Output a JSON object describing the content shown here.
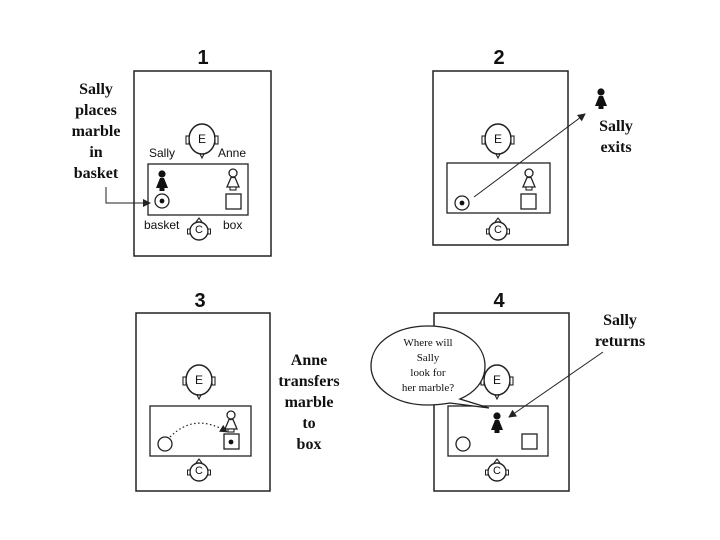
{
  "panels": [
    {
      "number": "1",
      "caption": [
        "Sally",
        "places",
        "marble",
        "in",
        "basket"
      ]
    },
    {
      "number": "2",
      "caption": [
        "Sally",
        "exits"
      ]
    },
    {
      "number": "3",
      "caption": [
        "Anne",
        "transfers",
        "marble",
        "to",
        "box"
      ]
    },
    {
      "number": "4",
      "caption": [
        "Sally",
        "returns"
      ]
    }
  ],
  "labels": {
    "sally": "Sally",
    "anne": "Anne",
    "basket": "basket",
    "box": "box",
    "experimenter": "E",
    "child": "C"
  },
  "speech_bubble": [
    "Where will",
    "Sally",
    "look for",
    "her marble?"
  ],
  "icons": [
    "person-icon",
    "head-icon",
    "marble-icon",
    "basket-icon",
    "box-icon",
    "arrow-icon",
    "speech-bubble-icon"
  ],
  "colors": {
    "stroke": "#222222",
    "background": "#ffffff"
  }
}
